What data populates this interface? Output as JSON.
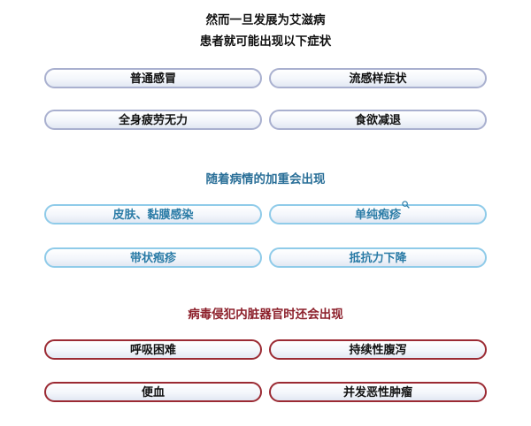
{
  "sections": {
    "intro": {
      "heading_line1": "然而一旦发展为艾滋病",
      "heading_line2": "患者就可能出现以下症状",
      "items": [
        "普通感冒",
        "流感样症状",
        "全身疲劳无力",
        "食欲减退"
      ]
    },
    "progression": {
      "heading": "随着病情的加重会出现",
      "items": [
        "皮肤、黏膜感染",
        "单纯疱疹",
        "带状疱疹",
        "抵抗力下降"
      ]
    },
    "organ": {
      "heading": "病毒侵犯内脏器官时还会出现",
      "items": [
        "呼吸困难",
        "持续性腹泻",
        "便血",
        "并发恶性肿瘤"
      ]
    }
  },
  "colors": {
    "intro_border": "#a9b0cf",
    "progression_border": "#8fcbe9",
    "progression_text": "#2a7ba6",
    "organ_border": "#9b2a33",
    "organ_heading": "#8c1f2a"
  },
  "icons": {
    "magnifier": "magnifier-icon"
  }
}
